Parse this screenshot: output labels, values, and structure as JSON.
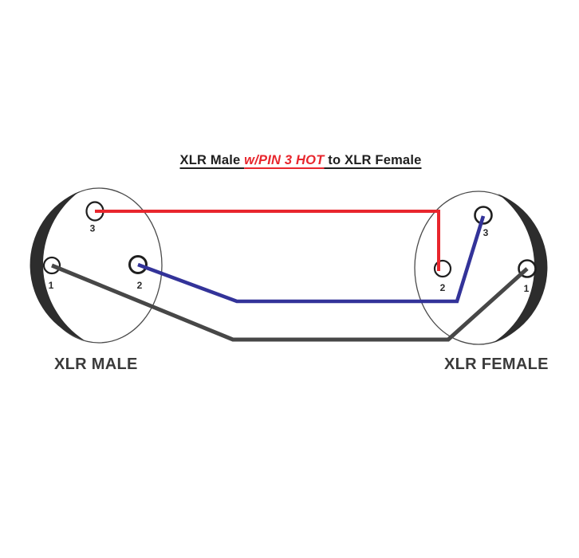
{
  "title": {
    "part_black_1": "XLR Male ",
    "part_red": "w/PIN 3 HOT",
    "part_black_2": " to XLR Female"
  },
  "colors": {
    "title_black": "#1f1f1f",
    "title_red": "#e8262d",
    "connector_body": "#2d2d2d",
    "connector_outline": "#4a4a4a",
    "pin_stroke": "#1f1f1f",
    "label_text": "#3a3a3a",
    "wire_hot": "#e8262d",
    "wire_cold": "#333399",
    "wire_ground": "#474747"
  },
  "connectors": {
    "male": {
      "label": "XLR MALE",
      "pins": {
        "p1": "1",
        "p2": "2",
        "p3": "3"
      }
    },
    "female": {
      "label": "XLR FEMALE",
      "pins": {
        "p1": "1",
        "p2": "2",
        "p3": "3"
      }
    }
  },
  "wires": {
    "hot": {
      "color": "#e8262d",
      "from": "male-pin-3",
      "to": "female-pin-2"
    },
    "cold": {
      "color": "#333399",
      "from": "male-pin-2",
      "to": "female-pin-3"
    },
    "ground": {
      "color": "#474747",
      "from": "male-pin-1",
      "to": "female-pin-1"
    }
  }
}
